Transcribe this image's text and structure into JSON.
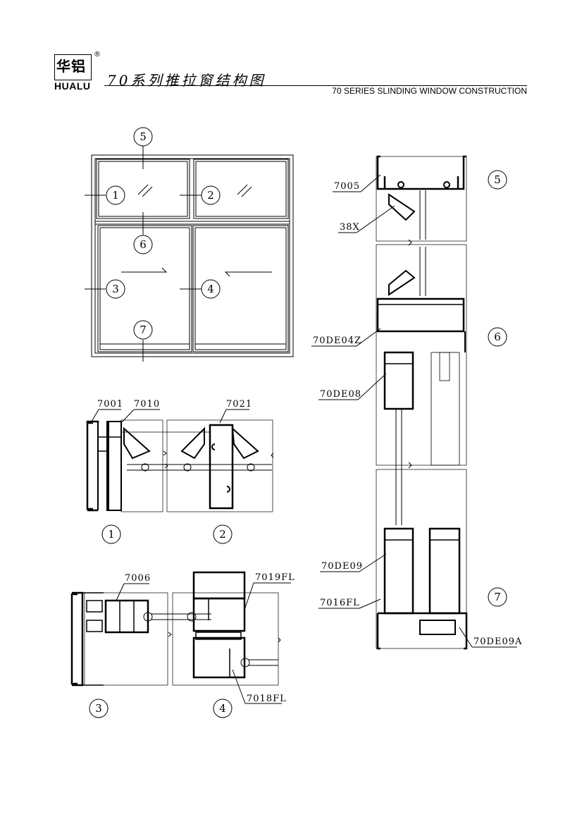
{
  "header": {
    "logo_cn": "华铝",
    "logo_en": "HUALU",
    "logo_mark": "®",
    "title_cn": "70系列推拉窗结构图",
    "title_en": "70 SERIES SLINDING WINDOW CONSTRUCTION"
  },
  "elevation": {
    "callouts": [
      "5",
      "1",
      "2",
      "6",
      "3",
      "4",
      "7"
    ]
  },
  "sections": {
    "s1_label": "1",
    "s2_label": "2",
    "s3_label": "3",
    "s4_label": "4",
    "s5_label": "5",
    "s6_label": "6",
    "s7_label": "7"
  },
  "part_codes": {
    "p7001": "7001",
    "p7010": "7010",
    "p7021": "7021",
    "p7006": "7006",
    "p7019FL": "7019FL",
    "p7018FL": "7018FL",
    "p7005": "7005",
    "p38X": "38X",
    "p70DE04Z": "70DE04Z",
    "p70DE08": "70DE08",
    "p70DE09": "70DE09",
    "p7016FL": "7016FL",
    "p70DE09A": "70DE09A"
  }
}
